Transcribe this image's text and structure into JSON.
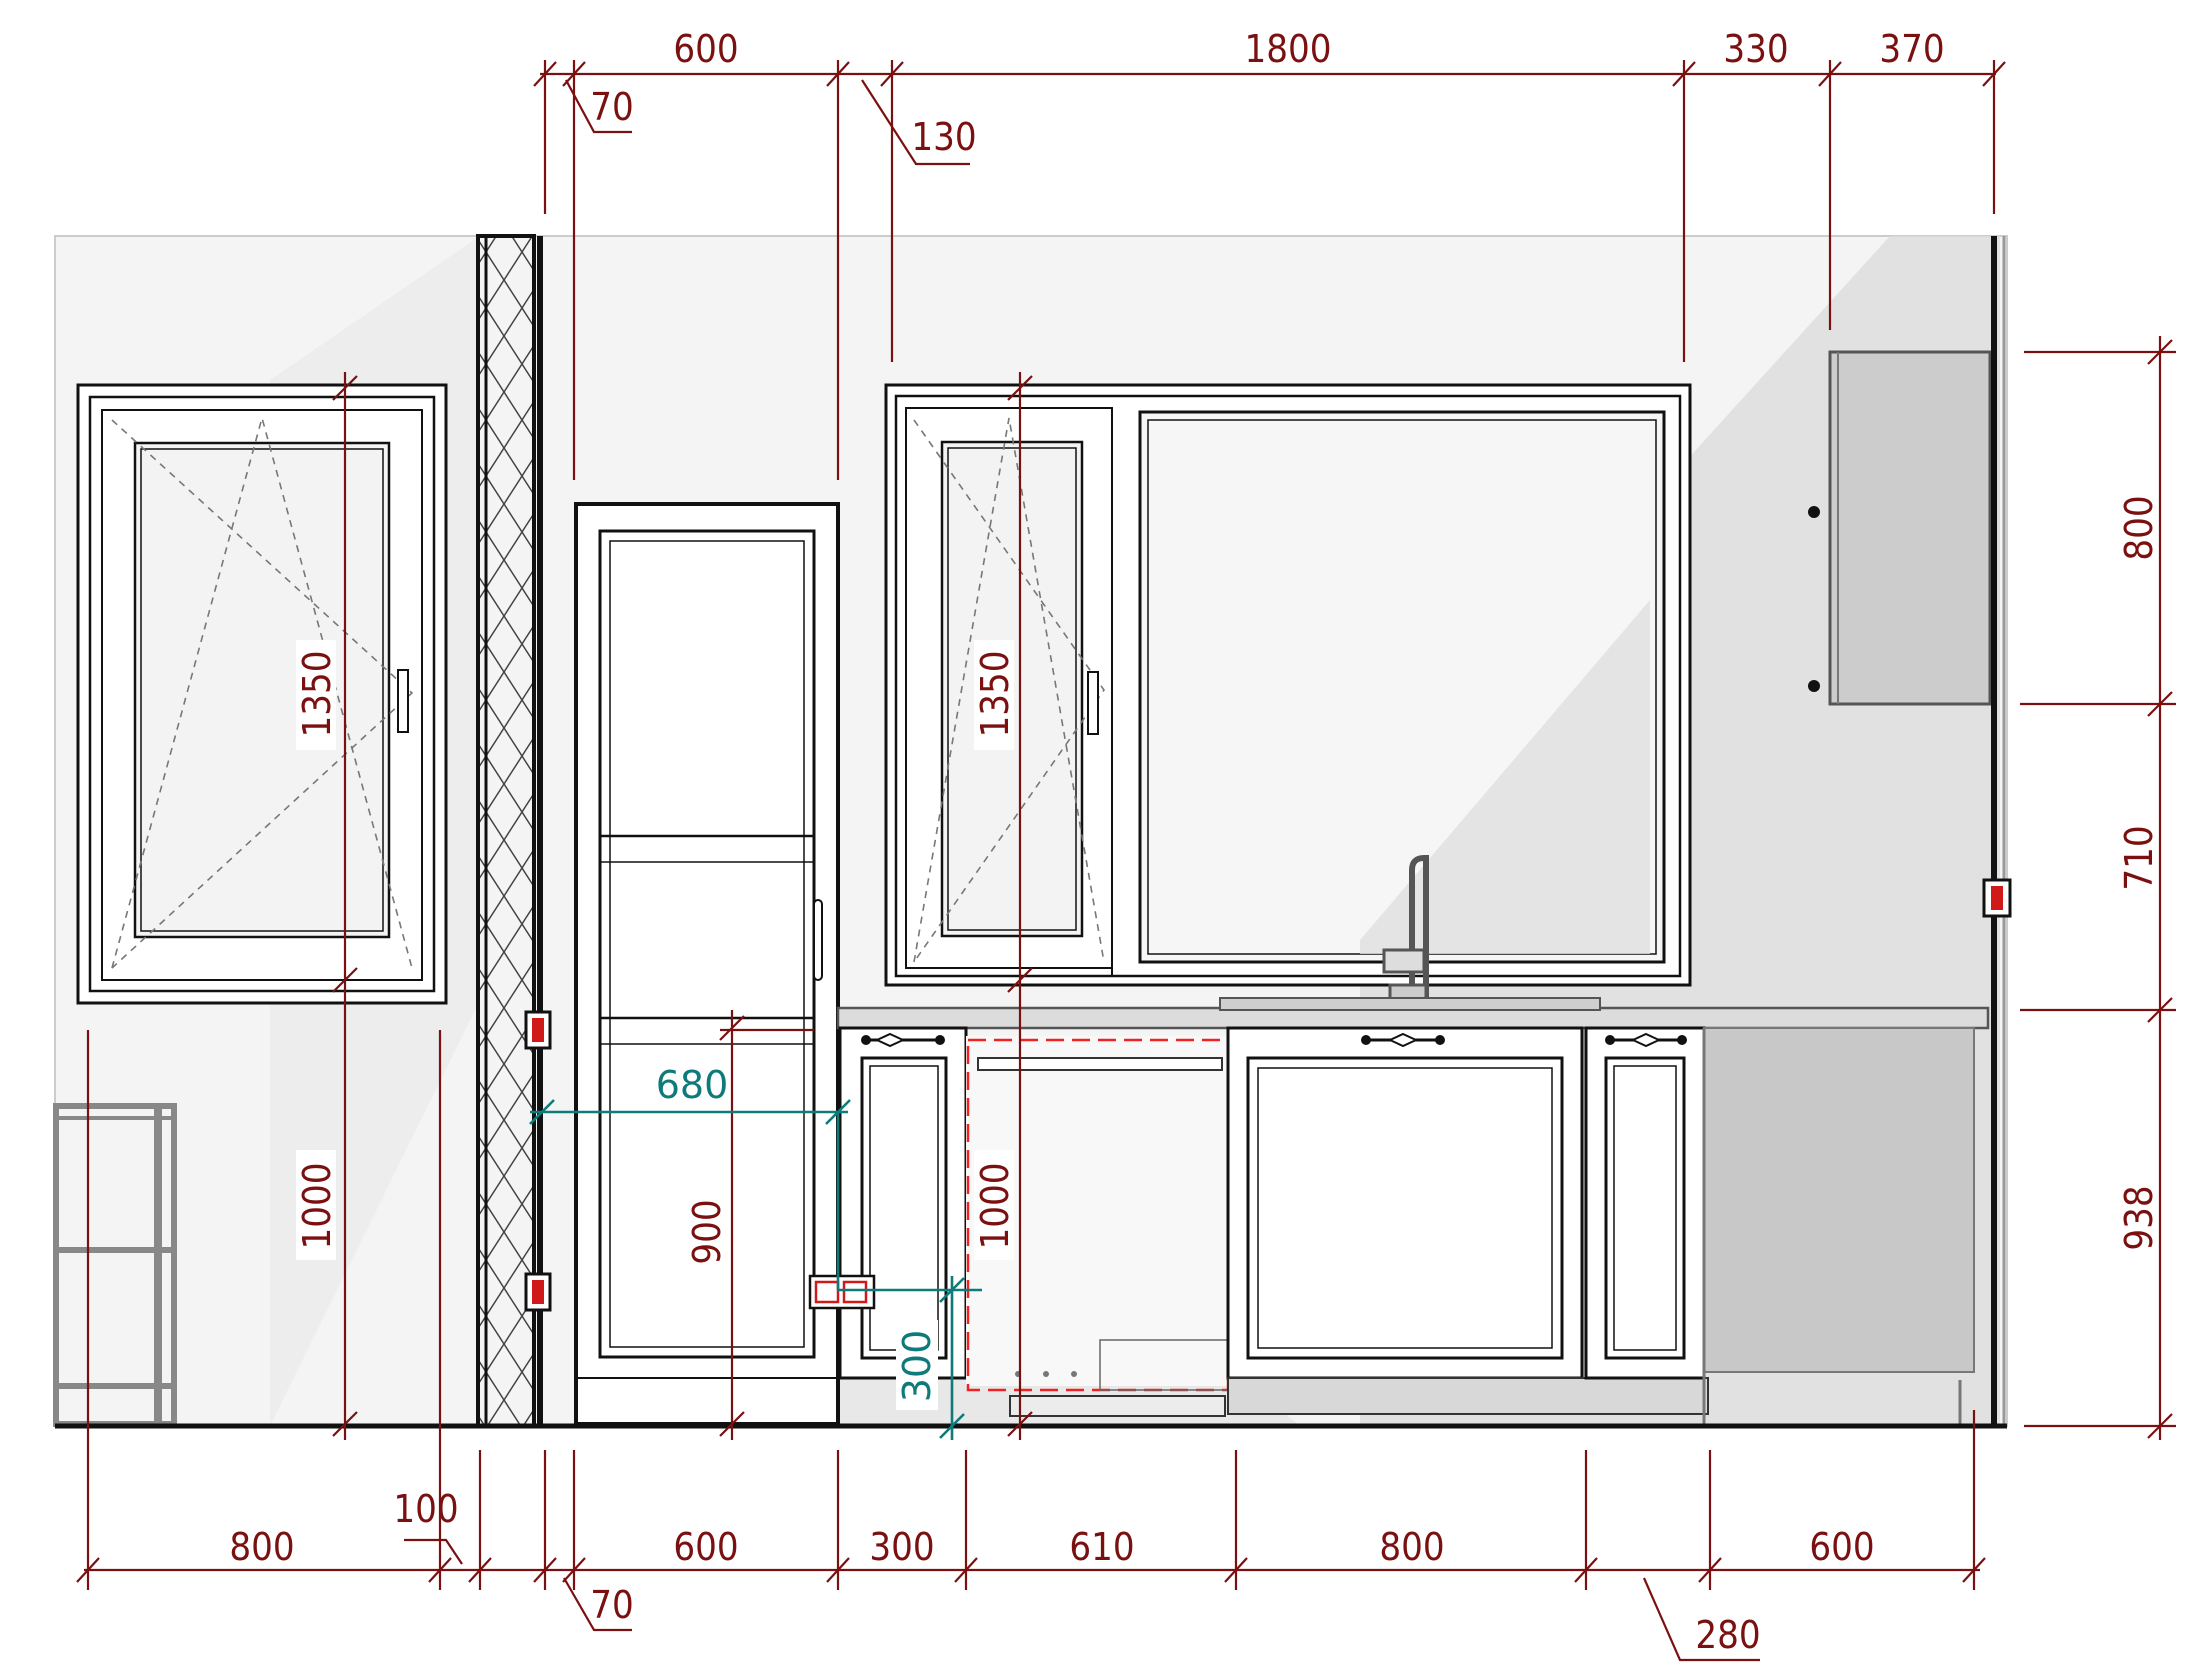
{
  "drawing": {
    "top_dimensions": [
      {
        "id": "top-600",
        "label": "600"
      },
      {
        "id": "top-1800",
        "label": "1800"
      },
      {
        "id": "top-330",
        "label": "330"
      },
      {
        "id": "top-370",
        "label": "370"
      },
      {
        "id": "top-70",
        "label": "70"
      },
      {
        "id": "top-130",
        "label": "130"
      }
    ],
    "bottom_dimensions": [
      {
        "id": "bot-800",
        "label": "800"
      },
      {
        "id": "bot-100",
        "label": "100"
      },
      {
        "id": "bot-600a",
        "label": "600"
      },
      {
        "id": "bot-70",
        "label": "70"
      },
      {
        "id": "bot-300",
        "label": "300"
      },
      {
        "id": "bot-610",
        "label": "610"
      },
      {
        "id": "bot-800b",
        "label": "800"
      },
      {
        "id": "bot-280",
        "label": "280"
      },
      {
        "id": "bot-600b",
        "label": "600"
      }
    ],
    "right_dimensions": [
      {
        "id": "right-800",
        "label": "800"
      },
      {
        "id": "right-710",
        "label": "710"
      },
      {
        "id": "right-938",
        "label": "938"
      }
    ],
    "interior_dimensions": [
      {
        "id": "win1-1350",
        "label": "1350"
      },
      {
        "id": "win1-1000",
        "label": "1000"
      },
      {
        "id": "win2-1350",
        "label": "1350"
      },
      {
        "id": "cab-1000",
        "label": "1000"
      },
      {
        "id": "tall-900",
        "label": "900"
      }
    ],
    "teal_dimensions": [
      {
        "id": "teal-680",
        "label": "680"
      },
      {
        "id": "teal-300",
        "label": "300"
      }
    ],
    "colors": {
      "dimension": "#7a1010",
      "utility": "#0f7a7a",
      "socket": "#d01a1a",
      "outline": "#111111"
    }
  }
}
